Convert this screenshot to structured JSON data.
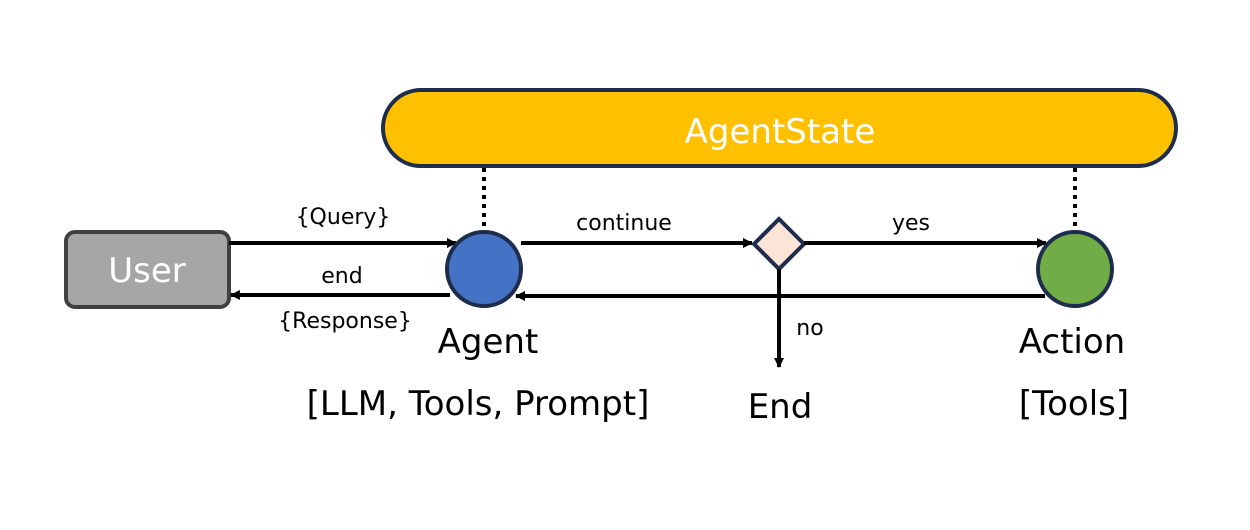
{
  "state": {
    "label": "AgentState"
  },
  "nodes": {
    "user": {
      "label": "User"
    },
    "agent": {
      "label": "Agent",
      "sublabel": "[LLM, Tools, Prompt]"
    },
    "action": {
      "label": "Action",
      "sublabel": "[Tools]"
    },
    "end": {
      "label": "End"
    }
  },
  "edges": {
    "query": "{Query}",
    "end_return": "end",
    "response": "{Response}",
    "continue": "continue",
    "yes": "yes",
    "no": "no"
  },
  "colors": {
    "state_fill": "#FFC000",
    "outline": "#1F2D4D",
    "user_fill": "#A6A6A6",
    "user_outline": "#404040",
    "agent_fill": "#4472C4",
    "action_fill": "#70AD47",
    "decision_fill": "#FCE4D6",
    "line": "#000000"
  }
}
